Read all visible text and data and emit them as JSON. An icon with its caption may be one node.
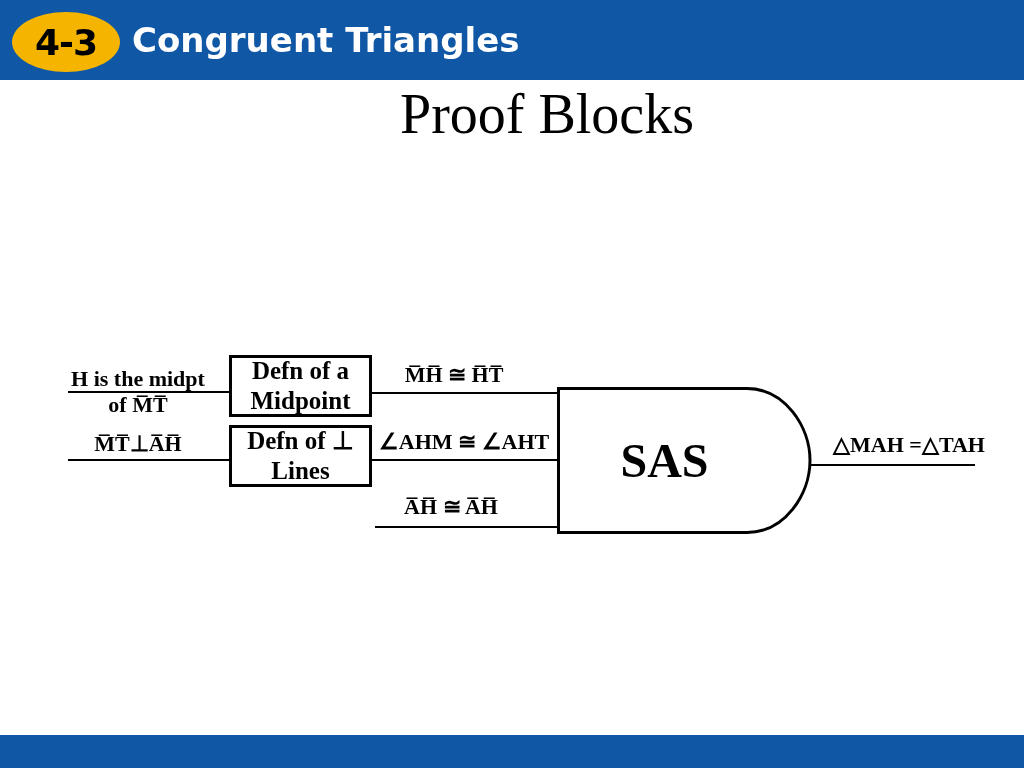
{
  "diagram": {
    "title": "Proof Blocks",
    "nodes": [
      {
        "text": [
          "Defn of a Midpoint"
        ]
      },
      {
        "text": [
          "Defn of ⊥ Lines"
        ]
      },
      {
        "text": [
          "SAS"
        ]
      }
    ],
    "edges": [
      {
        "from": null,
        "to": 0,
        "arrow": "none",
        "label": "H is the midpt of M̅T̅"
      },
      {
        "from": null,
        "to": 1,
        "arrow": "none",
        "label": "M̅T̅⊥A̅H̅"
      },
      {
        "from": 0,
        "to": 2,
        "arrow": "none",
        "label": "M̅H̅ ≅ H̅T̅"
      },
      {
        "from": 1,
        "to": 2,
        "arrow": "none",
        "label": "∠AHM ≅ ∠AHT"
      },
      {
        "from": null,
        "to": 2,
        "arrow": "none",
        "label": "A̅H̅ ≅ A̅H̅"
      },
      {
        "from": 2,
        "to": null,
        "arrow": "none",
        "label": "△MAH =△TAH"
      }
    ],
    "labels": [
      "4-3",
      "Congruent Triangles"
    ]
  }
}
